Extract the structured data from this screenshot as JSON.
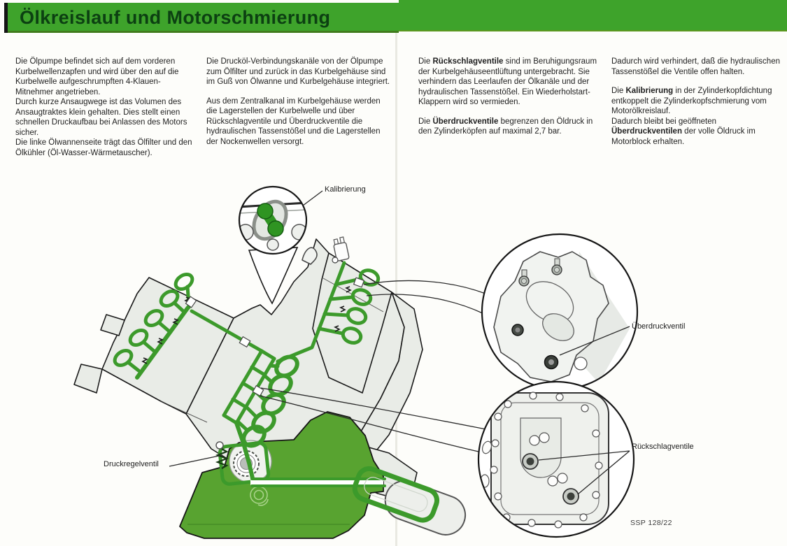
{
  "page": {
    "title": "Ölkreislauf und Motorschmierung",
    "figure_ref": "SSP 128/22"
  },
  "colors": {
    "banner-green": "#3ea32b",
    "title-text": "#0c4012",
    "oil-green": "#3c9a2b",
    "pan-green": "#58a330",
    "body-fill": "#e9ece7"
  },
  "columns": {
    "col1": {
      "paragraphs": [
        {
          "gap": false,
          "segments": [
            {
              "t": "Die Ölpumpe befindet sich auf dem vorderen Kurbelwellenzapfen und wird über den auf die Kurbelwelle aufgeschrumpften 4-Klauen-Mitnehmer angetrieben."
            }
          ]
        },
        {
          "gap": false,
          "segments": [
            {
              "t": "Durch kurze Ansaugwege ist das Volumen des Ansaugtraktes klein gehalten. Dies stellt einen schnellen Druckaufbau bei Anlassen des Motors sicher."
            }
          ]
        },
        {
          "gap": false,
          "segments": [
            {
              "t": "Die linke Ölwannenseite trägt das Ölfilter und den Ölkühler (Öl-Wasser-Wärmetauscher)."
            }
          ]
        }
      ]
    },
    "col2": {
      "paragraphs": [
        {
          "gap": false,
          "segments": [
            {
              "t": "Die Drucköl-Verbindungskanäle von der Ölpumpe zum Ölfilter und zurück in das Kurbelgehäuse sind im Guß von Ölwanne und Kurbelgehäuse integriert."
            }
          ]
        },
        {
          "gap": true,
          "segments": [
            {
              "t": "Aus dem Zentralkanal im Kurbelgehäuse werden die Lagerstellen der Kurbelwelle und über Rückschlagventile und Überdruckventile die hydraulischen Tassenstößel und die Lagerstellen der Nockenwellen versorgt."
            }
          ]
        }
      ]
    },
    "col3": {
      "paragraphs": [
        {
          "gap": false,
          "segments": [
            {
              "t": "Die "
            },
            {
              "t": "Rückschlagventile",
              "b": true
            },
            {
              "t": " sind im Beruhigungsraum der Kurbelgehäuseentlüftung untergebracht. Sie verhindern das Leerlaufen der Ölkanäle und der hydraulischen Tassenstößel. Ein Wiederholstart-Klappern wird so vermieden."
            }
          ]
        },
        {
          "gap": true,
          "segments": [
            {
              "t": "Die "
            },
            {
              "t": "Überdruckventile",
              "b": true
            },
            {
              "t": " begrenzen den Öldruck in den Zylinderköpfen auf maximal 2,7 bar."
            }
          ]
        }
      ]
    },
    "col4": {
      "paragraphs": [
        {
          "gap": false,
          "segments": [
            {
              "t": "Dadurch wird verhindert, daß die hydraulischen Tassenstößel die Ventile offen halten."
            }
          ]
        },
        {
          "gap": true,
          "segments": [
            {
              "t": "Die "
            },
            {
              "t": "Kalibrierung",
              "b": true
            },
            {
              "t": " in der Zylinderkopfdichtung entkoppelt die Zylinderkopfschmierung vom Motorölkreislauf."
            }
          ]
        },
        {
          "gap": false,
          "segments": [
            {
              "t": "Dadurch bleibt bei geöffneten "
            },
            {
              "t": "Überdruckventilen",
              "b": true
            },
            {
              "t": " der volle Öldruck im Motorblock erhalten."
            }
          ]
        }
      ]
    }
  },
  "diagram": {
    "labels": {
      "kalibrierung": "Kalibrierung",
      "ueberdruckventil": "Überdruckventil",
      "rueckschlagventile": "Rückschlagventile",
      "druckregelventil": "Druckregelventil"
    }
  }
}
